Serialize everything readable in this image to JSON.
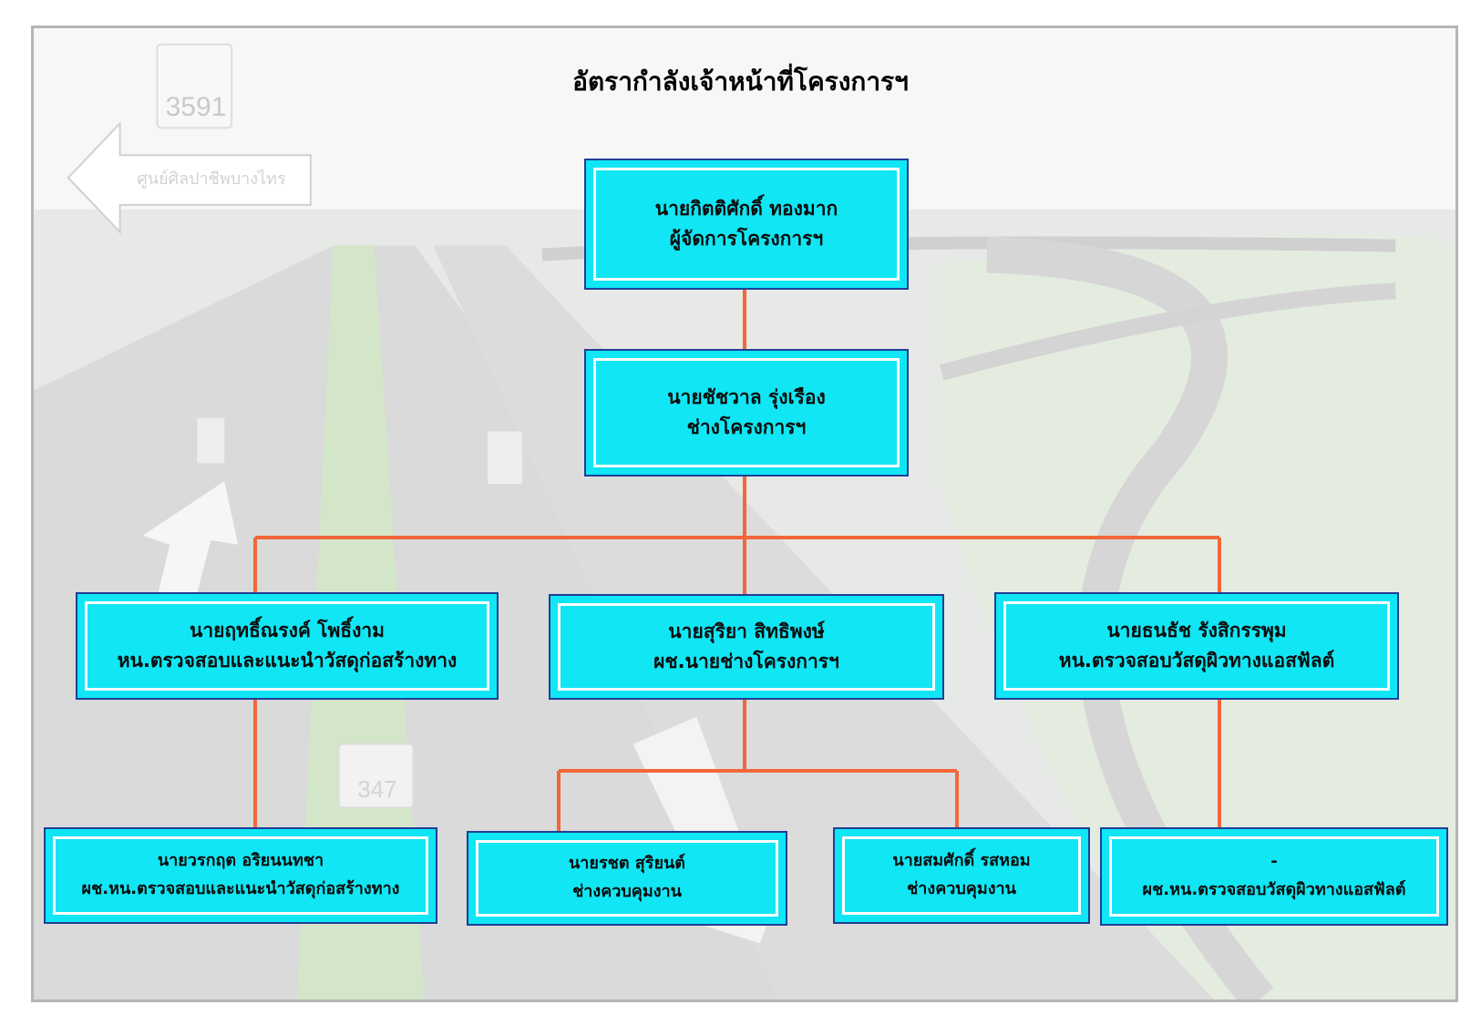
{
  "title": "อัตรากำลังเจ้าหน้าที่โครงการฯ",
  "background": {
    "route_badge_top": "3591",
    "route_badge_bottom": "347",
    "direction_sign": "ศูนย์ศิลปาชีพบางไทร"
  },
  "colors": {
    "box_fill": "#11e6f4",
    "box_border": "#1f3f96",
    "connector": "#f2673a"
  },
  "nodes": {
    "manager": {
      "name": "นายกิตติศักดิ์ ทองมาก",
      "role": "ผู้จัดการโครงการฯ"
    },
    "engineer": {
      "name": "นายชัชวาล รุ่งเรือง",
      "role": "ช่างโครงการฯ"
    },
    "left_head": {
      "name": "นายฤทธิ์ณรงค์  โพธิ์งาม",
      "role": "หน.ตรวจสอบและแนะนำวัสดุก่อสร้างทาง"
    },
    "mid_head": {
      "name": "นายสุริยา สิทธิพงษ์",
      "role": "ผช.นายช่างโครงการฯ"
    },
    "right_head": {
      "name": "นายธนธัช  รังสิกรรพุม",
      "role": "หน.ตรวจสอบวัสดุผิวทางแอสฟัลต์"
    },
    "left_asst": {
      "name": "นายวรกฤต  อริยนนทชา",
      "role": "ผช.หน.ตรวจสอบและแนะนำวัสดุก่อสร้างทาง"
    },
    "inspector1": {
      "name": "นายรชต  สุริยนต์",
      "role": "ช่างควบคุมงาน"
    },
    "inspector2": {
      "name": "นายสมศักดิ์ รสหอม",
      "role": "ช่างควบคุมงาน"
    },
    "right_asst": {
      "name": "-",
      "role": "ผช.หน.ตรวจสอบวัสดุผิวทางแอสฟัลต์"
    }
  }
}
